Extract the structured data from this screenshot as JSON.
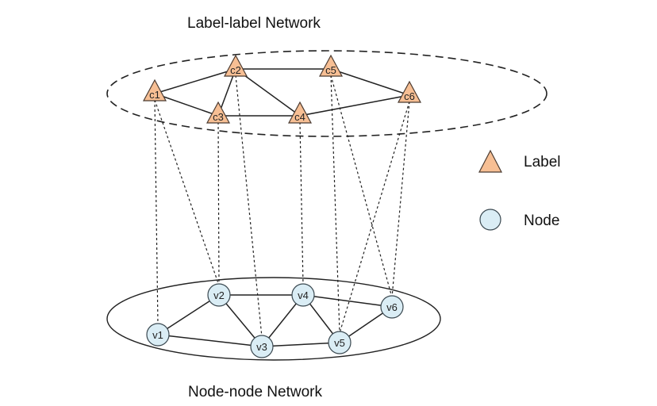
{
  "titles": {
    "top": "Label-label Network",
    "bottom": "Node-node Network"
  },
  "colors": {
    "label_fill": "#f7bf94",
    "label_stroke": "#4a3a30",
    "node_fill": "#daedf5",
    "node_stroke": "#3a4850",
    "edge": "#222222"
  },
  "legend": {
    "label": "Label",
    "node": "Node"
  },
  "labels": [
    {
      "id": "c1"
    },
    {
      "id": "c2"
    },
    {
      "id": "c3"
    },
    {
      "id": "c4"
    },
    {
      "id": "c5"
    },
    {
      "id": "c6"
    }
  ],
  "nodes": [
    {
      "id": "v1"
    },
    {
      "id": "v2"
    },
    {
      "id": "v3"
    },
    {
      "id": "v4"
    },
    {
      "id": "v5"
    },
    {
      "id": "v6"
    }
  ],
  "label_edges": [
    [
      "c1",
      "c2"
    ],
    [
      "c1",
      "c3"
    ],
    [
      "c2",
      "c3"
    ],
    [
      "c2",
      "c4"
    ],
    [
      "c2",
      "c5"
    ],
    [
      "c3",
      "c4"
    ],
    [
      "c4",
      "c6"
    ],
    [
      "c5",
      "c6"
    ]
  ],
  "node_edges": [
    [
      "v1",
      "v2"
    ],
    [
      "v1",
      "v3"
    ],
    [
      "v2",
      "v3"
    ],
    [
      "v2",
      "v4"
    ],
    [
      "v3",
      "v4"
    ],
    [
      "v3",
      "v5"
    ],
    [
      "v4",
      "v5"
    ],
    [
      "v4",
      "v6"
    ],
    [
      "v5",
      "v6"
    ]
  ],
  "cross_links": [
    [
      "c1",
      "v1"
    ],
    [
      "c1",
      "v2"
    ],
    [
      "c3",
      "v2"
    ],
    [
      "c2",
      "v3"
    ],
    [
      "c4",
      "v4"
    ],
    [
      "c5",
      "v5"
    ],
    [
      "c5",
      "v6"
    ],
    [
      "c6",
      "v5"
    ],
    [
      "c6",
      "v6"
    ]
  ]
}
